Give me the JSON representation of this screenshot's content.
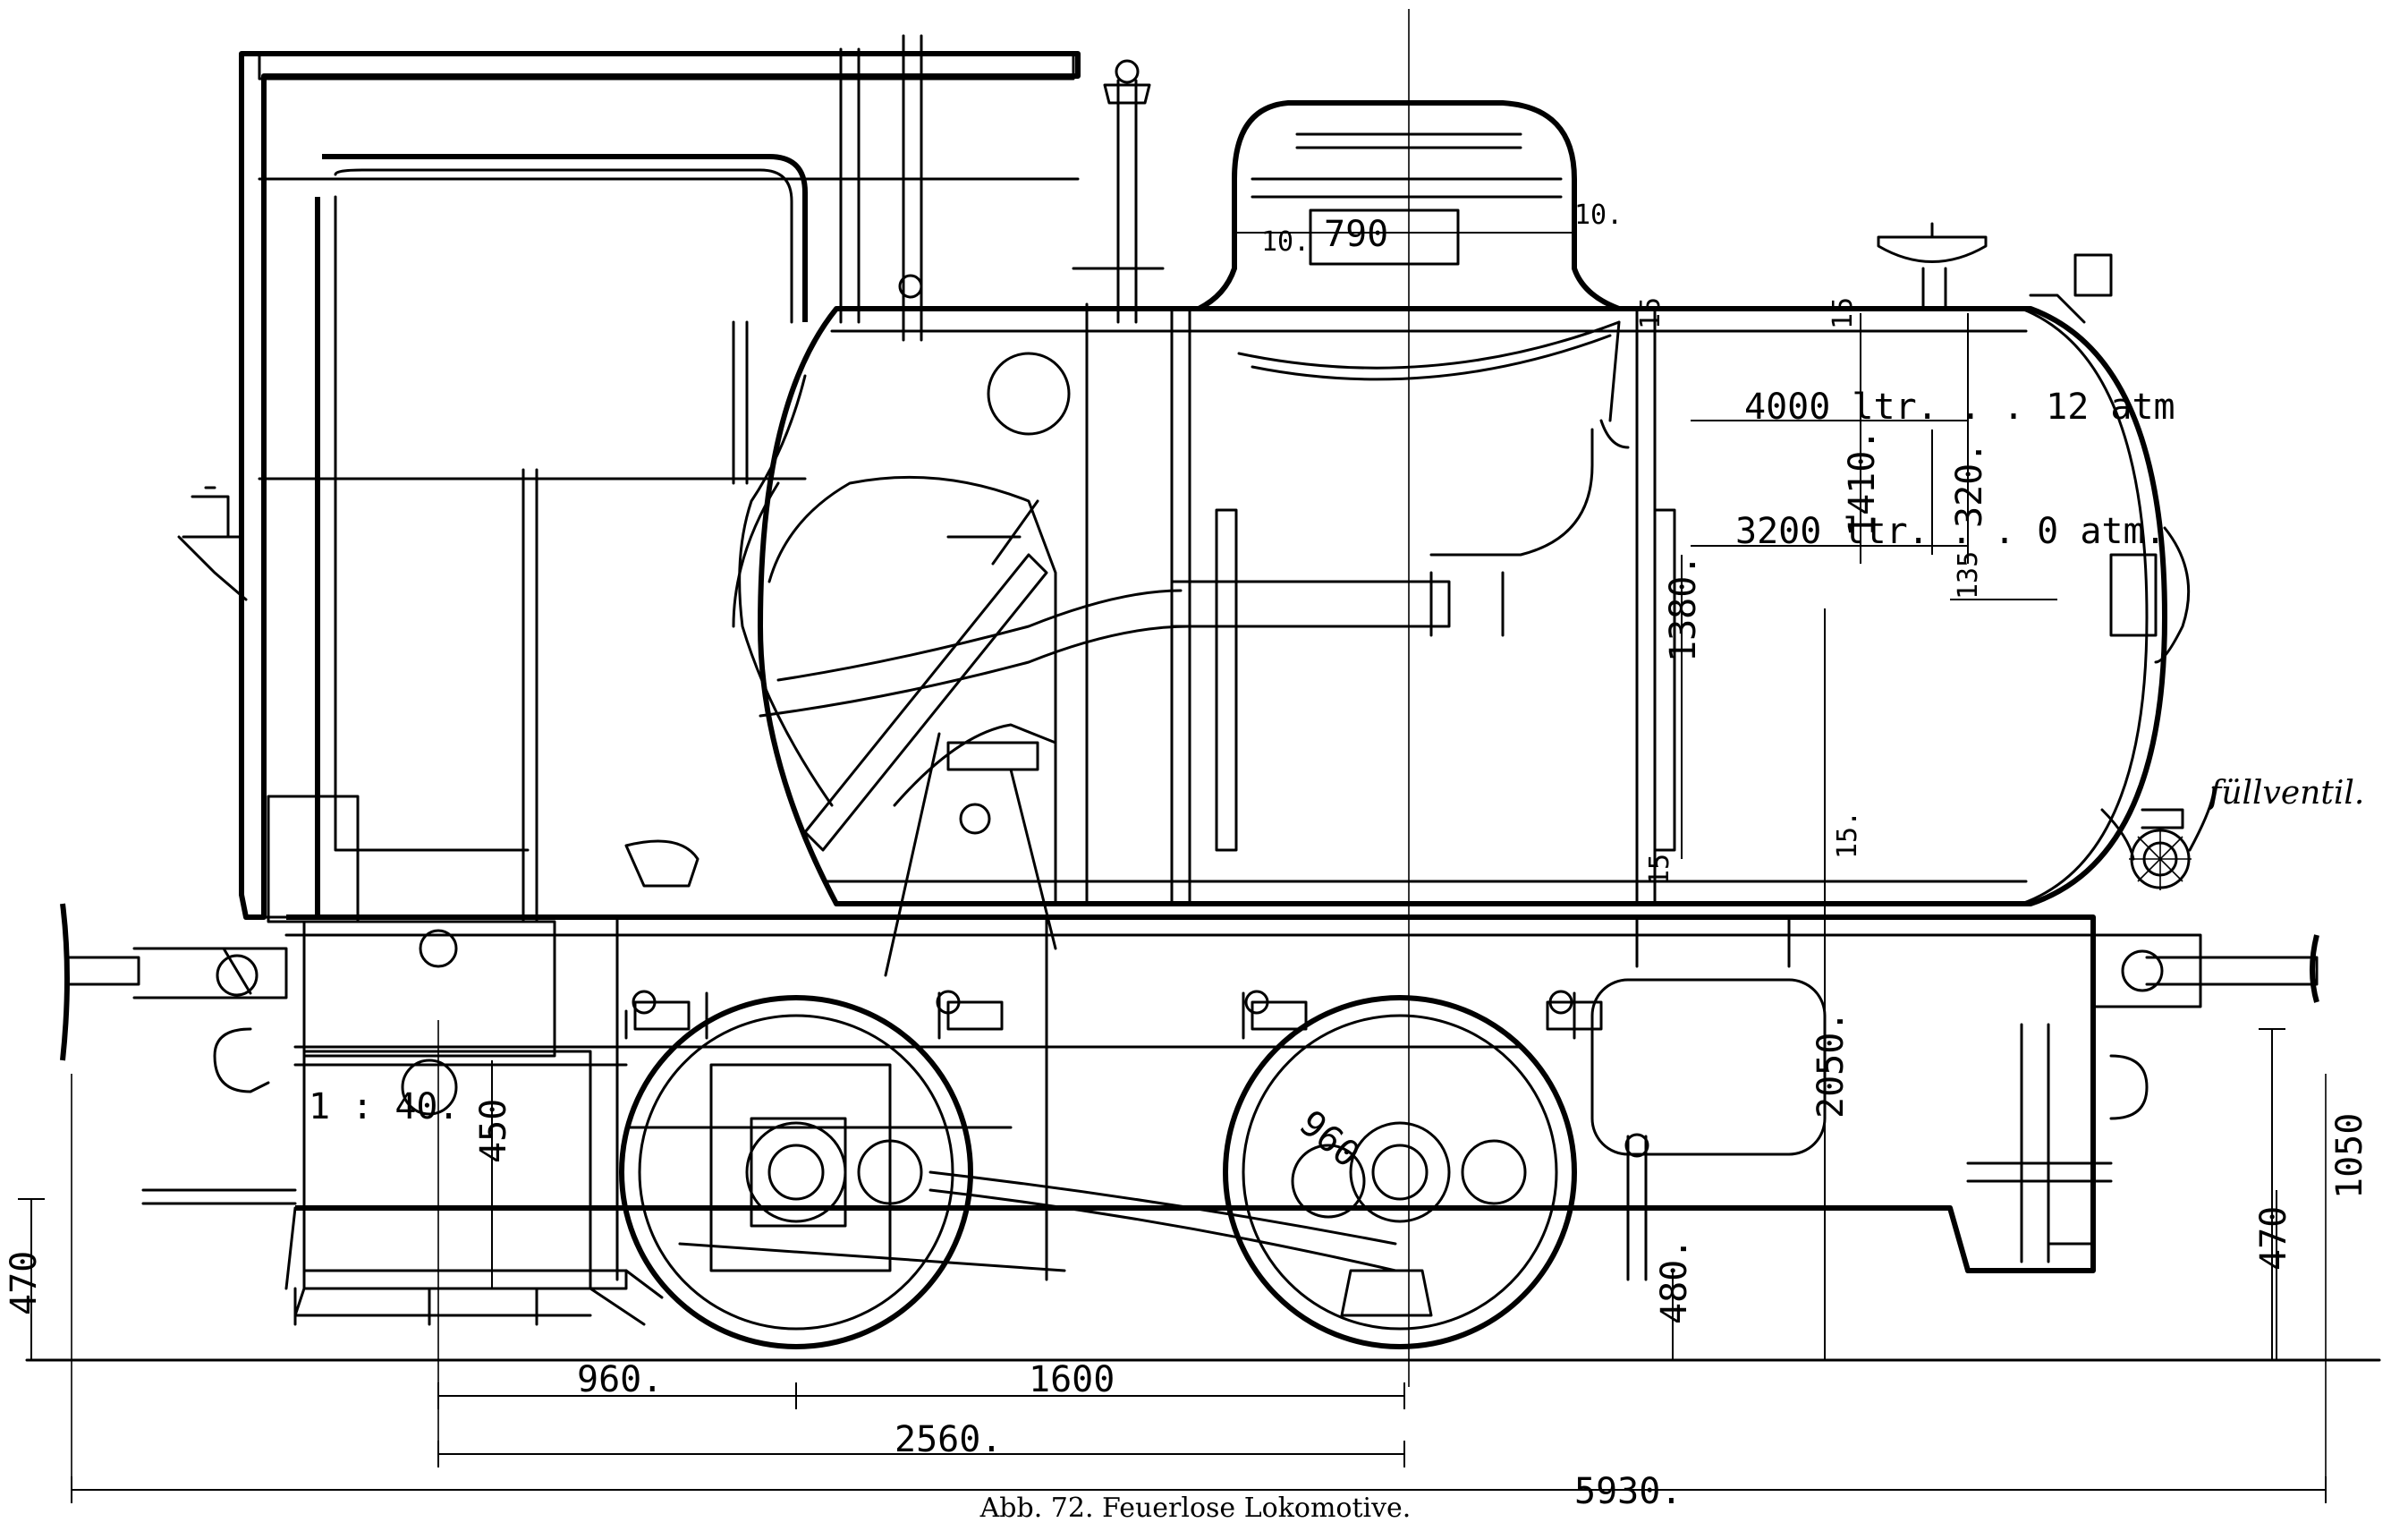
{
  "caption": "Abb. 72. Feuerlose Lokomotive.",
  "annotations": {
    "fill_valve": "füllventil.",
    "volume_upper": "4000 ltr. . . 12 atm",
    "volume_lower": "3200 ltr. . . 0 atm.",
    "scale": "1 : 40."
  },
  "dimensions": {
    "dome_width": "790",
    "dome_left_gap": "10.",
    "dome_right_gap": "10.",
    "top_clearance": "15",
    "upper_clearance": "15",
    "level_diff": "320.",
    "tank_height": "1410.",
    "lower_offset": "135",
    "inner_height": "1380.",
    "bottom_clearance": "15.",
    "side_gap": "15",
    "tank_axis_height": "2050.",
    "buffer_height": "1050",
    "rail_height_left": "470",
    "rail_height_right": "470",
    "drum_height": "450",
    "wheel_diameter": "960",
    "frame_height": "480.",
    "axle_offset": "960.",
    "wheelbase_part": "1600",
    "wheelbase": "2560.",
    "overall_length": "5930."
  }
}
